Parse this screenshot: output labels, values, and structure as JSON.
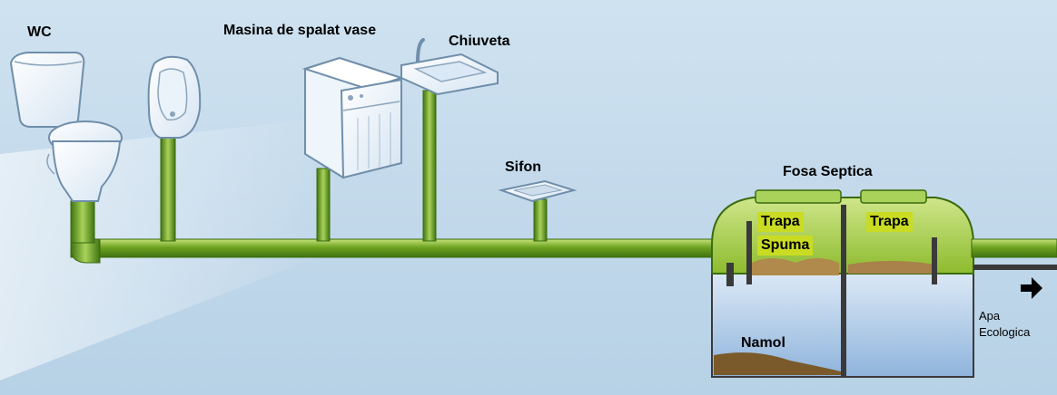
{
  "fixtures": {
    "wc": "WC",
    "dishwasher": "Masina de spalat vase",
    "sink": "Chiuveta",
    "floor_drain": "Sifon"
  },
  "tank": {
    "title": "Fosa Septica",
    "left_chamber_label": "Trapa",
    "foam_label": "Spuma",
    "right_chamber_label": "Trapa",
    "sludge_label": "Namol"
  },
  "outlet": {
    "line1": "Apa",
    "line2": "Ecologica",
    "arrow": "arrow-right-icon"
  },
  "colors": {
    "background": "#c2d9ea",
    "pipe": "#4f8a14",
    "pipe_highlight": "#b8d86a",
    "tank_top": "#9cc73a",
    "water": "#8fb4dc",
    "sludge": "#7a5a2a",
    "foam": "#b08a4c",
    "label_box": "#c9dc23"
  }
}
